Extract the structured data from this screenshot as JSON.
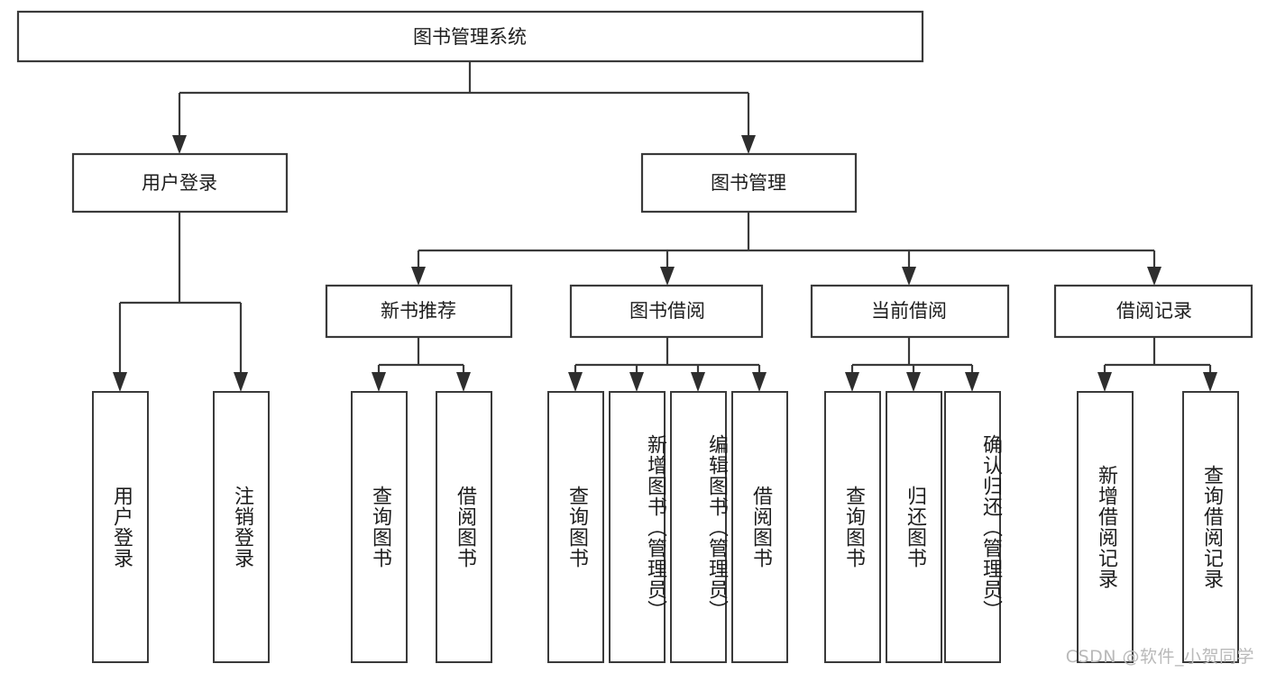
{
  "diagram": {
    "type": "tree-hierarchy",
    "title": "图书管理系统",
    "root": {
      "label": "图书管理系统"
    },
    "level1": [
      {
        "label": "用户登录"
      },
      {
        "label": "图书管理"
      }
    ],
    "level2": [
      {
        "label": "新书推荐",
        "parent": "图书管理"
      },
      {
        "label": "图书借阅",
        "parent": "图书管理"
      },
      {
        "label": "当前借阅",
        "parent": "图书管理"
      },
      {
        "label": "借阅记录",
        "parent": "图书管理"
      }
    ],
    "leaves": [
      {
        "label": "用户登录",
        "parent": "用户登录"
      },
      {
        "label": "注销登录",
        "parent": "用户登录"
      },
      {
        "label": "查询图书",
        "parent": "新书推荐"
      },
      {
        "label": "借阅图书",
        "parent": "新书推荐"
      },
      {
        "label": "查询图书",
        "parent": "图书借阅"
      },
      {
        "label": "新增图书（管理员）",
        "parent": "图书借阅"
      },
      {
        "label": "编辑图书（管理员）",
        "parent": "图书借阅"
      },
      {
        "label": "借阅图书",
        "parent": "图书借阅"
      },
      {
        "label": "查询图书",
        "parent": "当前借阅"
      },
      {
        "label": "归还图书",
        "parent": "当前借阅"
      },
      {
        "label": "确认归还（管理员）",
        "parent": "当前借阅"
      },
      {
        "label": "新增借阅记录",
        "parent": "借阅记录"
      },
      {
        "label": "查询借阅记录",
        "parent": "借阅记录"
      }
    ],
    "colors": {
      "stroke": "#3a3a3a",
      "fill": "#ffffff",
      "text": "#1d1d1d",
      "watermark": "#b9b9b9"
    }
  },
  "watermark": {
    "text": "CSDN @软件_小贺同学"
  }
}
